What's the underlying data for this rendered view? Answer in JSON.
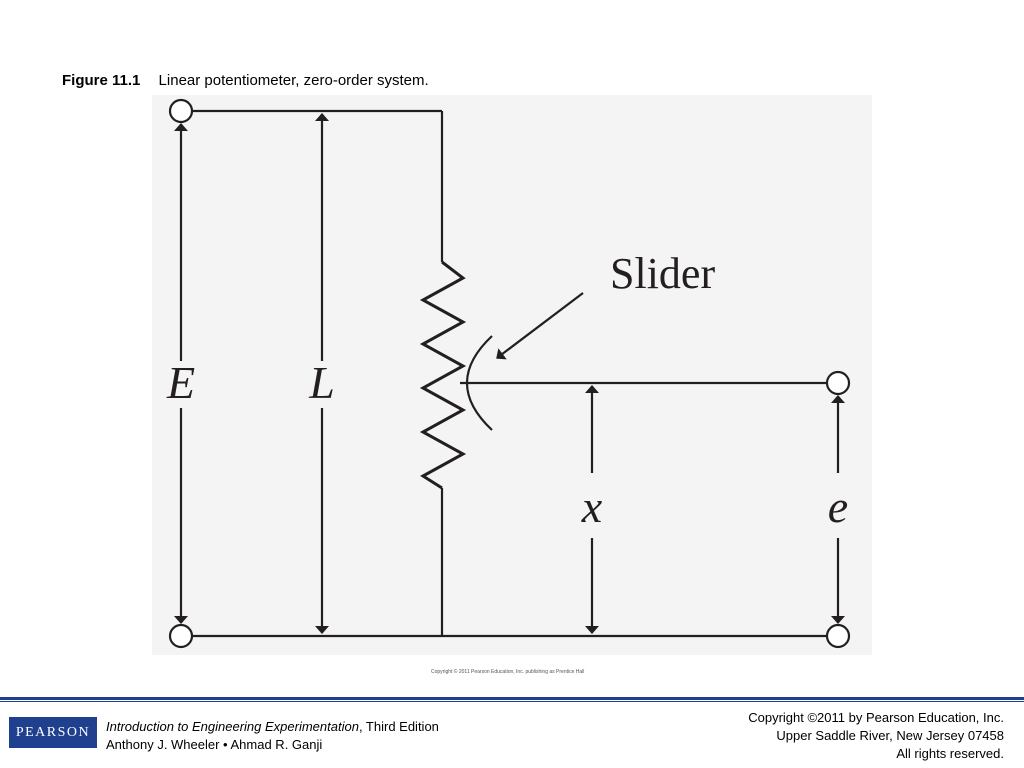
{
  "figure": {
    "number": "Figure 11.1",
    "caption": "Linear potentiometer, zero-order system.",
    "labels": {
      "supply_voltage": "E",
      "length": "L",
      "displacement": "x",
      "output_voltage": "e",
      "slider": "Slider"
    },
    "copyright_small": "Copyright © 2011 Pearson Education, Inc. publishing as Prentice Hall"
  },
  "footer": {
    "logo_text": "PEARSON",
    "book_title": "Introduction to Engineering Experimentation",
    "book_edition": ", Third Edition",
    "authors": "Anthony J. Wheeler • Ahmad R. Ganji",
    "copyright_line1": "Copyright ©2011 by Pearson Education, Inc.",
    "copyright_line2": "Upper Saddle River, New Jersey 07458",
    "copyright_line3": "All rights reserved."
  },
  "colors": {
    "brand": "#1f3f8f",
    "figure_background": "#f4f4f4",
    "line": "#231f20"
  }
}
